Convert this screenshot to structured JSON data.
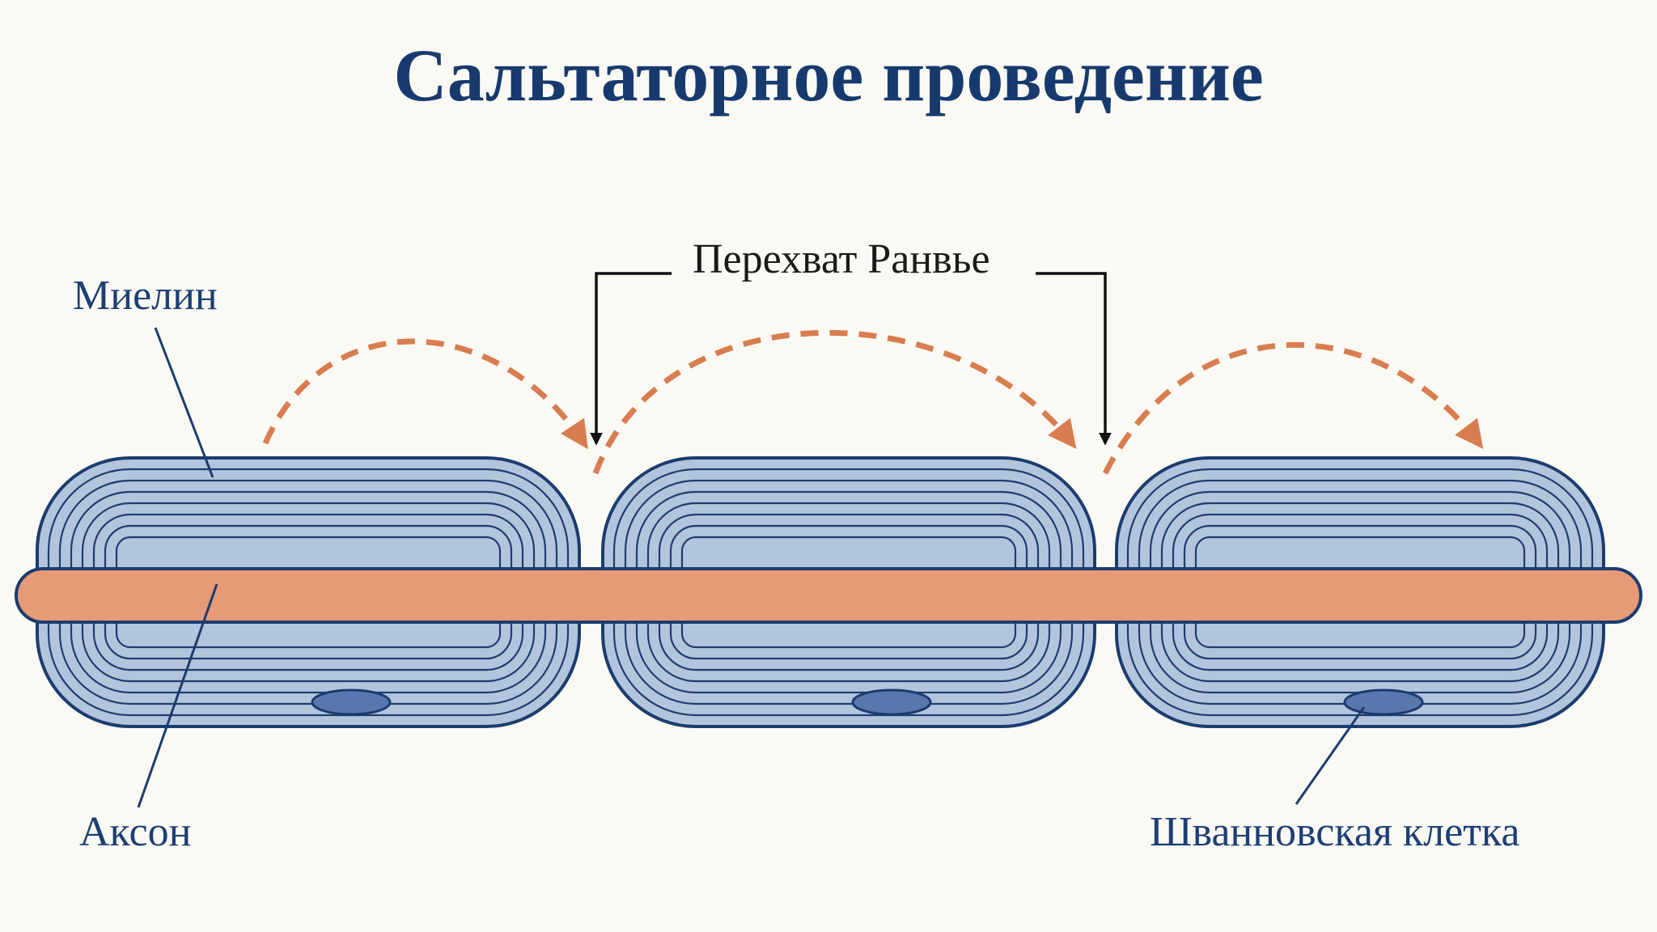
{
  "title": "Сальтаторное проведение",
  "labels": {
    "myelin": "Миелин",
    "axon": "Аксон",
    "schwann_cell": "Шванновская клетка",
    "node_of_ranvier": "Перехват Ранвье"
  },
  "colors": {
    "title": "#173a6e",
    "myelin_fill": "#b3c5dd",
    "myelin_stroke": "#1b3c6f",
    "axon_fill": "#e69a76",
    "jump_arrows": "#d87d4f",
    "nucleus_fill": "#5878ad",
    "background": "#fbf9f4"
  }
}
